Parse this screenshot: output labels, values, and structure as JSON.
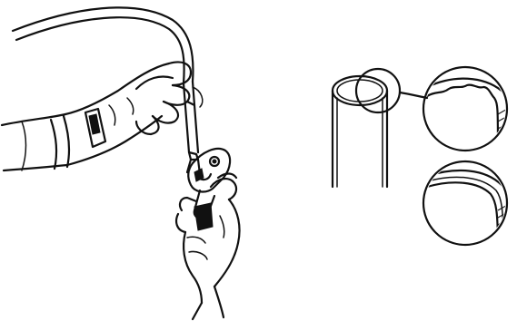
{
  "figure": {
    "colors": {
      "background": "#ffffff",
      "line": "#111111"
    },
    "parts": [
      "hands-with-pipe-cutter",
      "pipe-end",
      "detail-burred-edge",
      "detail-deburred-edge"
    ]
  }
}
